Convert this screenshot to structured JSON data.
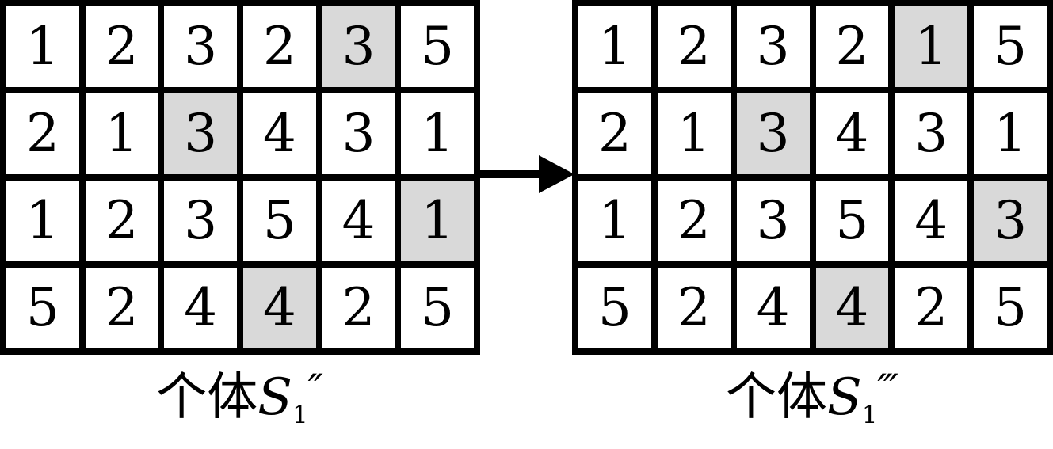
{
  "colors": {
    "background": "#ffffff",
    "border": "#000000",
    "shaded": "#d9d9d9",
    "text": "#000000"
  },
  "arrow": {
    "direction": "right"
  },
  "left_grid": {
    "rows": [
      [
        1,
        2,
        3,
        2,
        3,
        5
      ],
      [
        2,
        1,
        3,
        4,
        3,
        1
      ],
      [
        1,
        2,
        3,
        5,
        4,
        1
      ],
      [
        5,
        2,
        4,
        4,
        2,
        5
      ]
    ],
    "shaded_cells": [
      [
        0,
        4
      ],
      [
        1,
        2
      ],
      [
        2,
        5
      ],
      [
        3,
        3
      ]
    ],
    "title_parts": {
      "prefix": "个体",
      "symbol": "S",
      "subscript": "1",
      "primes": "″"
    }
  },
  "right_grid": {
    "rows": [
      [
        1,
        2,
        3,
        2,
        1,
        5
      ],
      [
        2,
        1,
        3,
        4,
        3,
        1
      ],
      [
        1,
        2,
        3,
        5,
        4,
        3
      ],
      [
        5,
        2,
        4,
        4,
        2,
        5
      ]
    ],
    "shaded_cells": [
      [
        0,
        4
      ],
      [
        1,
        2
      ],
      [
        2,
        5
      ],
      [
        3,
        3
      ]
    ],
    "title_parts": {
      "prefix": "个体",
      "symbol": "S",
      "subscript": "1",
      "primes": "‴"
    }
  }
}
